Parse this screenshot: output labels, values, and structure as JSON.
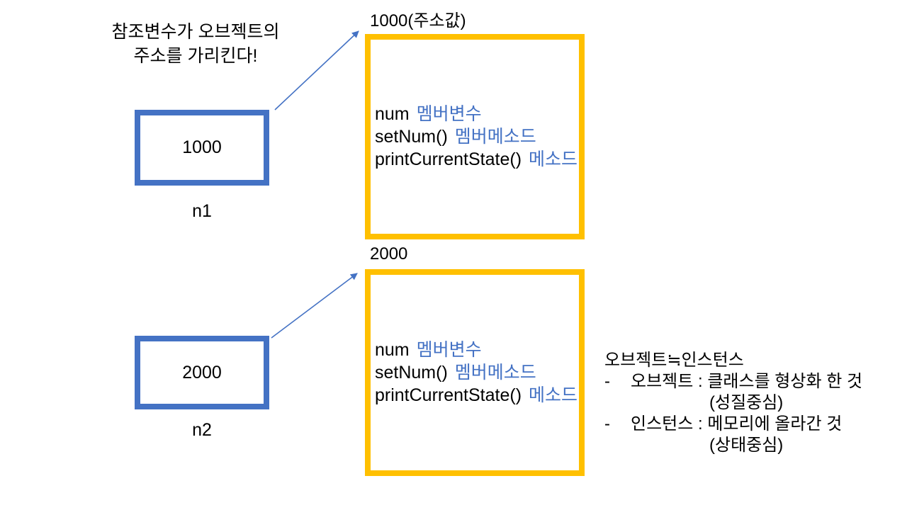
{
  "colors": {
    "reference_box_border": "#4472C4",
    "object_box_border": "#FFC000",
    "arrow": "#4472C4",
    "member_desc_text": "#4472C4",
    "text": "#000000",
    "background": "#FFFFFF"
  },
  "annotation": {
    "line1": "참조변수가 오브젝트의",
    "line2": "주소를 가리킨다!"
  },
  "references": [
    {
      "value": "1000",
      "name": "n1",
      "address_label": "1000(주소값)"
    },
    {
      "value": "2000",
      "name": "n2",
      "address_label": "2000"
    }
  ],
  "objects": [
    {
      "members": [
        {
          "code": "num",
          "desc": "멤버변수"
        },
        {
          "code": "setNum()",
          "desc": "멤버메소드"
        },
        {
          "code": "printCurrentState()",
          "desc": "메소드"
        }
      ]
    },
    {
      "members": [
        {
          "code": "num",
          "desc": "멤버변수"
        },
        {
          "code": "setNum()",
          "desc": "멤버메소드"
        },
        {
          "code": "printCurrentState()",
          "desc": "메소드"
        }
      ]
    }
  ],
  "note": {
    "title": "오브젝트≒인스턴스",
    "items": [
      {
        "bullet": "-",
        "text": "오브젝트 : 클래스를 형상화 한 것",
        "sub": "(성질중심)"
      },
      {
        "bullet": "-",
        "text": "인스턴스 : 메모리에 올라간 것",
        "sub": "(상태중심)"
      }
    ]
  }
}
